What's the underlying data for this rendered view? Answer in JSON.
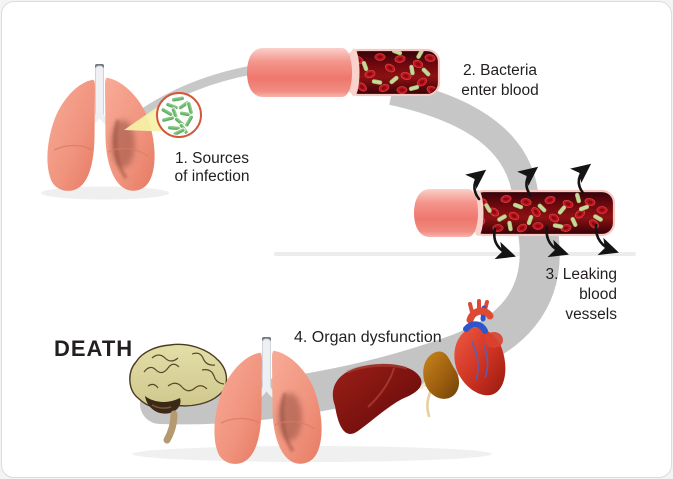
{
  "stages": [
    {
      "label_lines": [
        "1. Sources",
        "of infection"
      ],
      "icon": "lungs-infection-icon"
    },
    {
      "label_lines": [
        "2. Bacteria",
        "enter blood"
      ],
      "icon": "blood-vessel-bacteria-icon"
    },
    {
      "label_lines": [
        "3. Leaking",
        "blood",
        "vessels"
      ],
      "icon": "leaking-vessel-icon"
    },
    {
      "label_lines": [
        "4. Organ dysfunction"
      ],
      "icon": "organs-icon"
    }
  ],
  "death_label": "DEATH",
  "colors": {
    "death_text": "#4f2127",
    "label_text": "#231f20",
    "vessel_pink": "#f2837b",
    "blood_interior": "#6b0a0e",
    "rbc_red": "#c4151f",
    "bacteria_green": "#7fc069",
    "arc_gray": "#c5c5c5",
    "background": "#ffffff"
  }
}
